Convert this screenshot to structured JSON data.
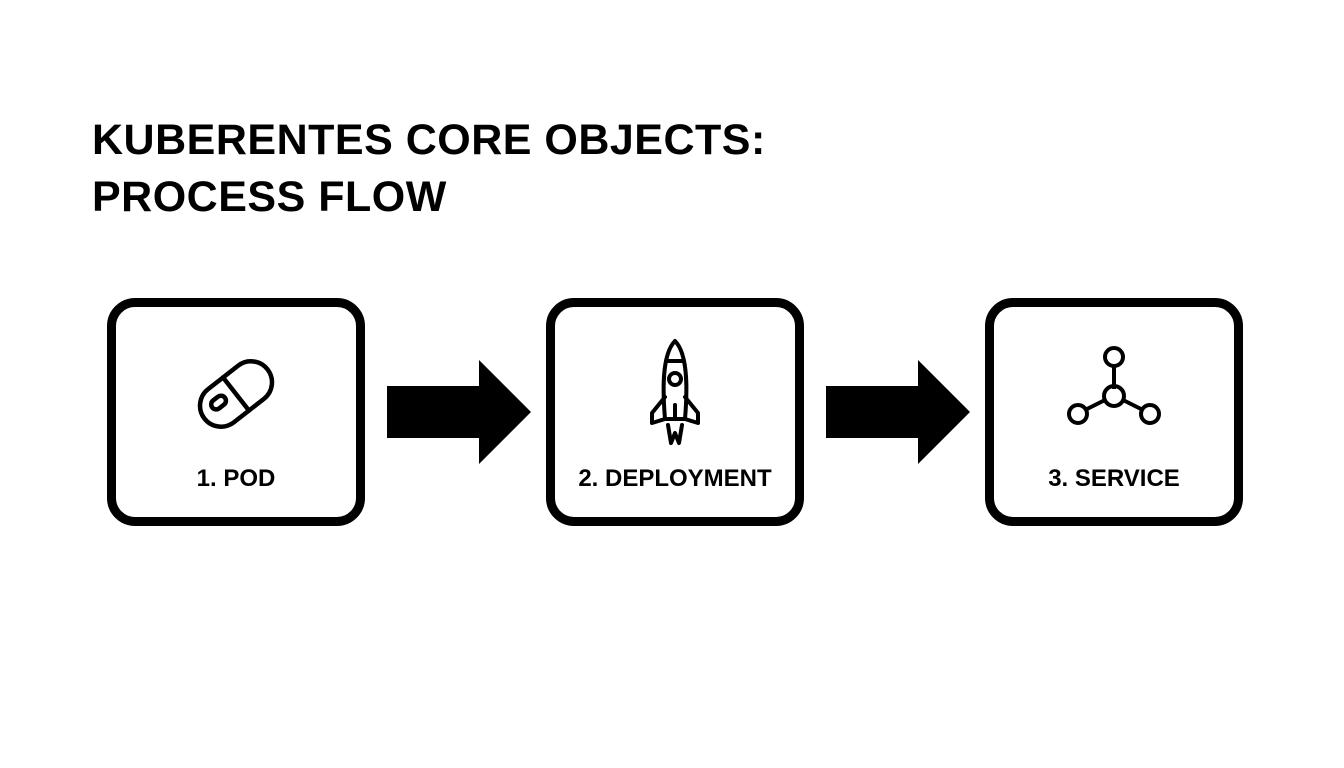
{
  "diagram": {
    "title_lines": [
      "KUBERENTES CORE OBJECTS:",
      "PROCESS FLOW"
    ],
    "steps": [
      {
        "label": "1. POD",
        "icon": "pod-capsule-icon"
      },
      {
        "label": "2. DEPLOYMENT",
        "icon": "rocket-icon"
      },
      {
        "label": "3. SERVICE",
        "icon": "network-nodes-icon"
      }
    ],
    "connectors": [
      {
        "from": "1. POD",
        "to": "2. DEPLOYMENT",
        "icon": "right-arrow-icon"
      },
      {
        "from": "2. DEPLOYMENT",
        "to": "3. SERVICE",
        "icon": "right-arrow-icon"
      }
    ],
    "colors": {
      "foreground": "#000000",
      "background": "#ffffff"
    }
  }
}
